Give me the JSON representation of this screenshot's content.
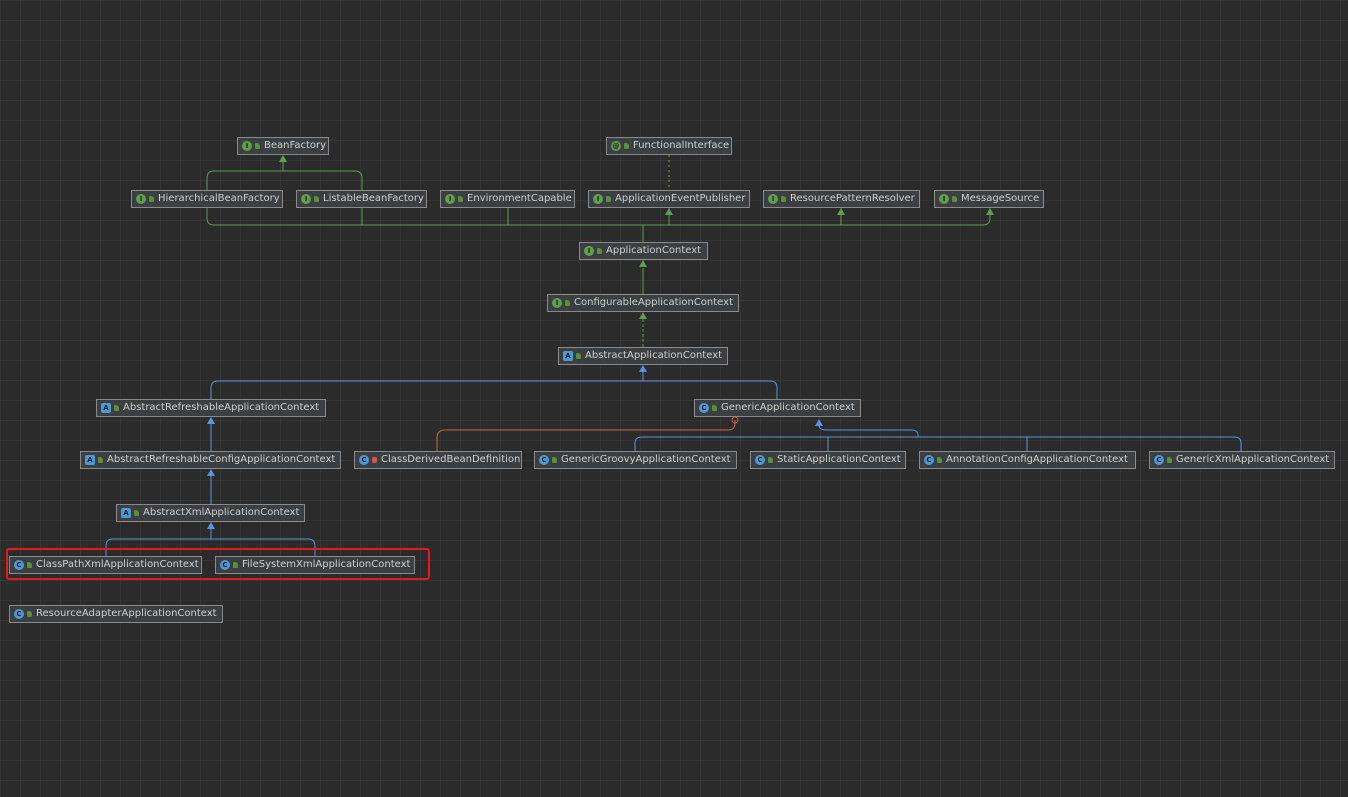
{
  "diagram": {
    "nodes": [
      {
        "id": "beanfactory",
        "label": "BeanFactory",
        "kind": "interface"
      },
      {
        "id": "functional",
        "label": "FunctionalInterface",
        "kind": "annotation"
      },
      {
        "id": "hierarchical",
        "label": "HierarchicalBeanFactory",
        "kind": "interface"
      },
      {
        "id": "listable",
        "label": "ListableBeanFactory",
        "kind": "interface"
      },
      {
        "id": "envcap",
        "label": "EnvironmentCapable",
        "kind": "interface"
      },
      {
        "id": "eventpub",
        "label": "ApplicationEventPublisher",
        "kind": "interface"
      },
      {
        "id": "resolver",
        "label": "ResourcePatternResolver",
        "kind": "interface"
      },
      {
        "id": "msgsource",
        "label": "MessageSource",
        "kind": "interface"
      },
      {
        "id": "appctx",
        "label": "ApplicationContext",
        "kind": "interface"
      },
      {
        "id": "cfgctx",
        "label": "ConfigurableApplicationContext",
        "kind": "interface"
      },
      {
        "id": "absctx",
        "label": "AbstractApplicationContext",
        "kind": "abstract"
      },
      {
        "id": "absrefresh",
        "label": "AbstractRefreshableApplicationContext",
        "kind": "abstract"
      },
      {
        "id": "genericctx",
        "label": "GenericApplicationContext",
        "kind": "class"
      },
      {
        "id": "absrefreshcfg",
        "label": "AbstractRefreshableConfigApplicationContext",
        "kind": "abstract"
      },
      {
        "id": "classderived",
        "label": "ClassDerivedBeanDefinition",
        "kind": "inner"
      },
      {
        "id": "groovy",
        "label": "GenericGroovyApplicationContext",
        "kind": "class"
      },
      {
        "id": "static",
        "label": "StaticApplicationContext",
        "kind": "class"
      },
      {
        "id": "annotcfg",
        "label": "AnnotationConfigApplicationContext",
        "kind": "class"
      },
      {
        "id": "genericxml",
        "label": "GenericXmlApplicationContext",
        "kind": "class"
      },
      {
        "id": "absxml",
        "label": "AbstractXmlApplicationContext",
        "kind": "abstract"
      },
      {
        "id": "classpath",
        "label": "ClassPathXmlApplicationContext",
        "kind": "class"
      },
      {
        "id": "filesystem",
        "label": "FileSystemXmlApplicationContext",
        "kind": "class"
      },
      {
        "id": "resadapter",
        "label": "ResourceAdapterApplicationContext",
        "kind": "class"
      }
    ],
    "colors": {
      "interface_edge": "#5f9e4f",
      "class_edge": "#5a93e0",
      "inner_edge": "#d0604a",
      "dotted_edge": "#8a9a3a",
      "highlight": "#e51b1b"
    }
  }
}
